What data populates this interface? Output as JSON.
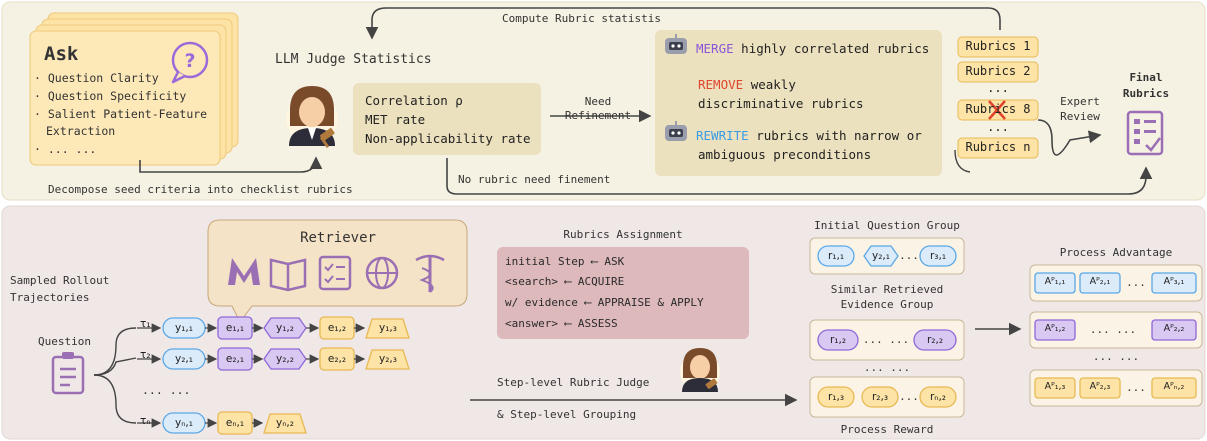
{
  "top": {
    "ask": {
      "title": "Ask",
      "items": [
        "· Question Clarity",
        "· Question Specificity",
        "· Salient Patient-Feature",
        "Extraction",
        "· ... ..."
      ]
    },
    "decompose_label": "Decompose seed criteria into checklist rubrics",
    "judge_title": "LLM Judge Statistics",
    "compute_label": "Compute Rubric statistis",
    "stats": [
      "Correlation ρ",
      "MET rate",
      "Non-applicability rate"
    ],
    "need_label": "Need",
    "refinement_label": "Refinement",
    "refine": {
      "merge_kw": "MERGE",
      "merge_text": "highly correlated rubrics",
      "remove_kw": "REMOVE",
      "remove_text": "weakly",
      "remove_text2": "discriminative rubrics",
      "rewrite_kw": "REWRITE",
      "rewrite_text": "rubrics with narrow or",
      "rewrite_text2": "ambiguous preconditions"
    },
    "rubrics": [
      "Rubrics 1",
      "Rubrics 2",
      "...",
      "Rubrics 8",
      "...",
      "Rubrics n"
    ],
    "expert_label": "Expert",
    "review_label": "Review",
    "final_label": "Final",
    "rubrics_label": "Rubrics",
    "no_refinement_label": "No rubric need finement"
  },
  "bottom": {
    "retriever_title": "Retriever",
    "sampled_label": "Sampled Rollout",
    "trajectories_label": "Trajectories",
    "question_label": "Question",
    "taus": [
      "τ₁",
      "τ₂",
      "τₙ"
    ],
    "traj_ellipsis": "... ...",
    "nodes": [
      "y₁,₁",
      "e₁,₁",
      "y₁,₂",
      "e₁,₂",
      "y₁,₃",
      "y₂,₁",
      "e₂,₁",
      "y₂,₂",
      "e₂,₂",
      "y₂,₃",
      "yₙ,₁",
      "eₙ,₁",
      "yₙ,₂"
    ],
    "assignment_title": "Rubrics Assignment",
    "assignment": [
      "initial Step  ⟵   ASK",
      "  <search>    ⟵   ACQUIRE",
      " w/ evidence  ⟵   APPRAISE & APPLY",
      "  <answer>    ⟵   ASSESS"
    ],
    "judge_label": "Step-level Rubric Judge",
    "grouping_label": "& Step-level Grouping",
    "initial_group_title": "Initial Question Group",
    "similar_group_title": "Similar Retrieved",
    "evidence_group_title": "Evidence Group",
    "group_ellipsis": "... ...",
    "process_reward_title": "Process Reward",
    "rewards": [
      "r₁,₁",
      "y₂,₁",
      "...",
      "r₃,₁",
      "r₁,₂",
      "... ...",
      "r₂,₂",
      "r₁,₃",
      "r₂,₃",
      "...",
      "rₙ,₂"
    ],
    "advantage_title": "Process Advantage",
    "advantages": [
      "Aᴾ₁,₁",
      "Aᴾ₂,₁",
      "...",
      "Aᴾ₃,₁",
      "Aᴾ₁,₂",
      "... ...",
      "Aᴾ₂,₂",
      "Aᴾ₁,₃",
      "Aᴾ₂,₃",
      "...",
      "Aᴾₙ,₂"
    ],
    "advantage_row_ellipsis": "... ..."
  }
}
